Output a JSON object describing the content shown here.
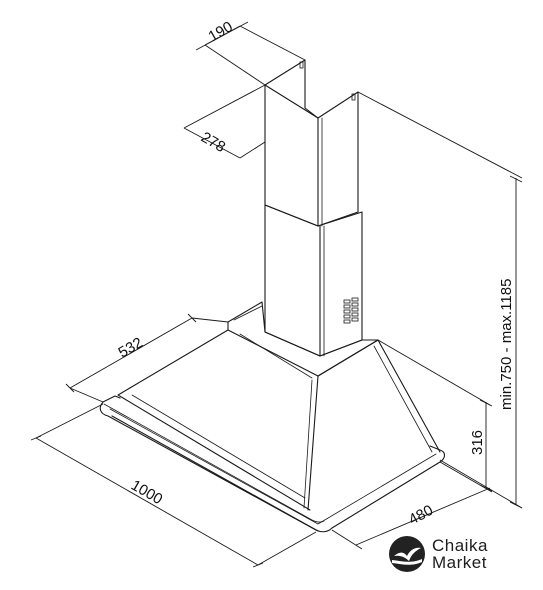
{
  "dimensions": {
    "chimney_width": "190",
    "chimney_depth": "278",
    "total_height": "min.750 - max.1185",
    "canopy_depth": "532",
    "hood_height": "316",
    "hood_width": "1000",
    "hood_depth": "480"
  },
  "brand": {
    "line1": "Chaika",
    "line2": "Market",
    "icon": "bird-logo-icon"
  }
}
